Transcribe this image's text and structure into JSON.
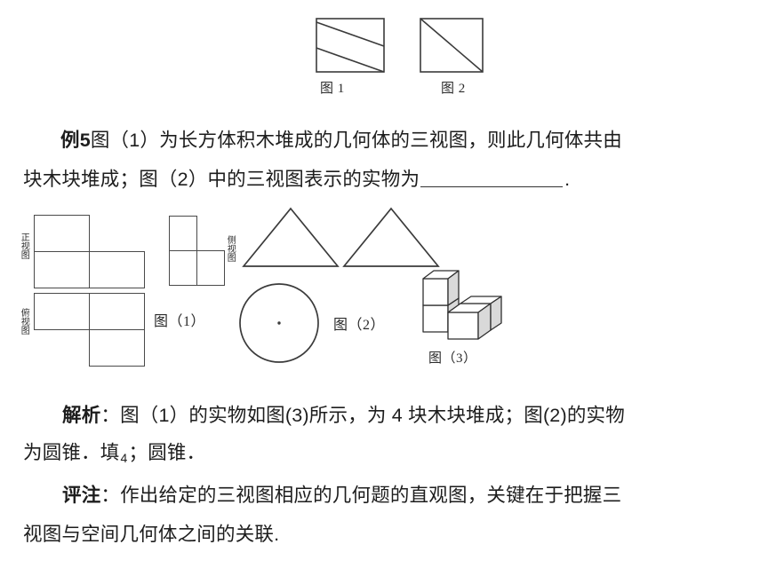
{
  "page": {
    "title": "例5 三视图几何体练习题"
  },
  "top_figures": [
    {
      "caption": "图 1",
      "kind": "square-with-two-diagonals"
    },
    {
      "caption": "图 2",
      "kind": "square-with-one-diagonal"
    }
  ],
  "problem": {
    "marker": "例5",
    "line1": "图（1）为长方体积木堆成的几何体的三视图，则此几何体共由",
    "line2_before_blank": "块木块堆成；图（2）中的三视图表示的实物为",
    "line2_after_blank": "."
  },
  "figure1": {
    "caption": "图（1）",
    "front_view_label": "正视图",
    "side_view_label": "侧视图",
    "top_view_label": "俯视图"
  },
  "figure2": {
    "caption": "图（2）",
    "shapes": [
      "triangle",
      "triangle",
      "circle-with-center-dot"
    ]
  },
  "figure3": {
    "caption": "图（3）",
    "kind": "four-stacked-cubes-isometric"
  },
  "analysis": {
    "marker": "解析",
    "colon": "：",
    "line1": "图（1）的实物如图(3)所示，为 4 块木块堆成；图(2)的实物",
    "line2_a": "为圆锥．填",
    "line2_fill": "4",
    "line2_b": "；圆锥．"
  },
  "comment": {
    "marker": "评注",
    "colon": "：",
    "line1": "作出给定的三视图相应的几何题的直观图，关键在于把握三",
    "line2": "视图与空间几何体之间的关联."
  },
  "colors": {
    "ink": "#1d1d1d",
    "stroke": "#3b3b3b",
    "cube_face_top": "#ffffff",
    "cube_face_front": "#ffffff",
    "cube_face_side": "#d8d8d8"
  }
}
